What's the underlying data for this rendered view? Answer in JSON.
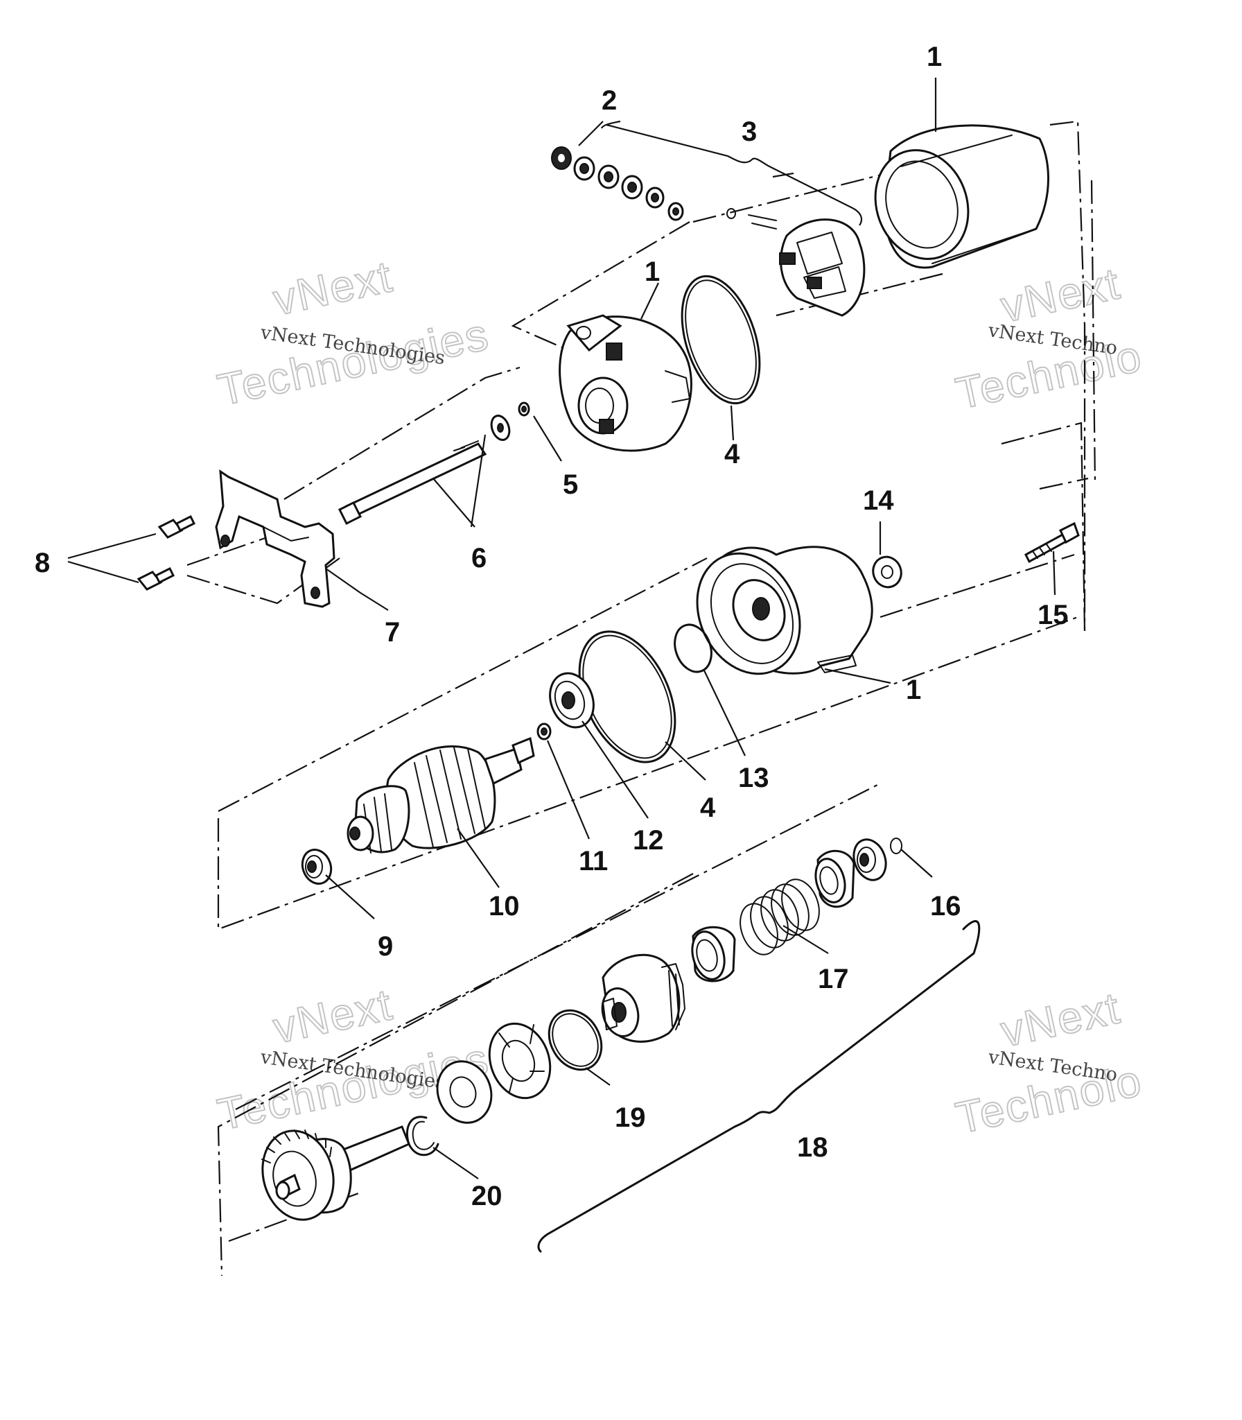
{
  "watermarks": {
    "small_text": "vNext Technologies",
    "big_line1": "vNext",
    "big_line2": "Technologies",
    "small_text_cut": "vNext Techno",
    "big_line2_cut": "Technolo"
  },
  "callouts": {
    "c1_top": "1",
    "c2": "2",
    "c3": "3",
    "c1_endcap": "1",
    "c4_top": "4",
    "c5": "5",
    "c6": "6",
    "c7": "7",
    "c8": "8",
    "c14": "14",
    "c15": "15",
    "c1_housing": "1",
    "c13": "13",
    "c4_mid": "4",
    "c12": "12",
    "c11": "11",
    "c10": "10",
    "c9": "9",
    "c16": "16",
    "c17": "17",
    "c19": "19",
    "c18": "18",
    "c20": "20"
  }
}
